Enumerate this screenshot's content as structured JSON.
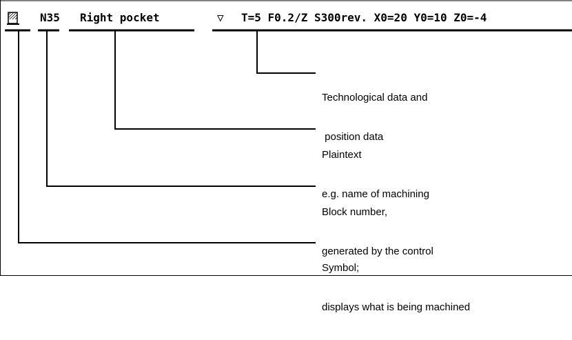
{
  "block_line": {
    "block_number": "N35",
    "plaintext": "Right pocket",
    "marker": "▽",
    "tech_data": "T=5 F0.2/Z S300rev. X0=20 Y0=10 Z0=-4"
  },
  "annotations": [
    {
      "line1": "Technological data and",
      "line2": " position data"
    },
    {
      "line1": "Plaintext",
      "line2": "e.g. name of machining"
    },
    {
      "line1": "Block number,",
      "line2": "generated by the control"
    },
    {
      "line1": "Symbol;",
      "line2": "displays what is being machined"
    }
  ],
  "symbol_icon": "pocket-symbol-icon"
}
